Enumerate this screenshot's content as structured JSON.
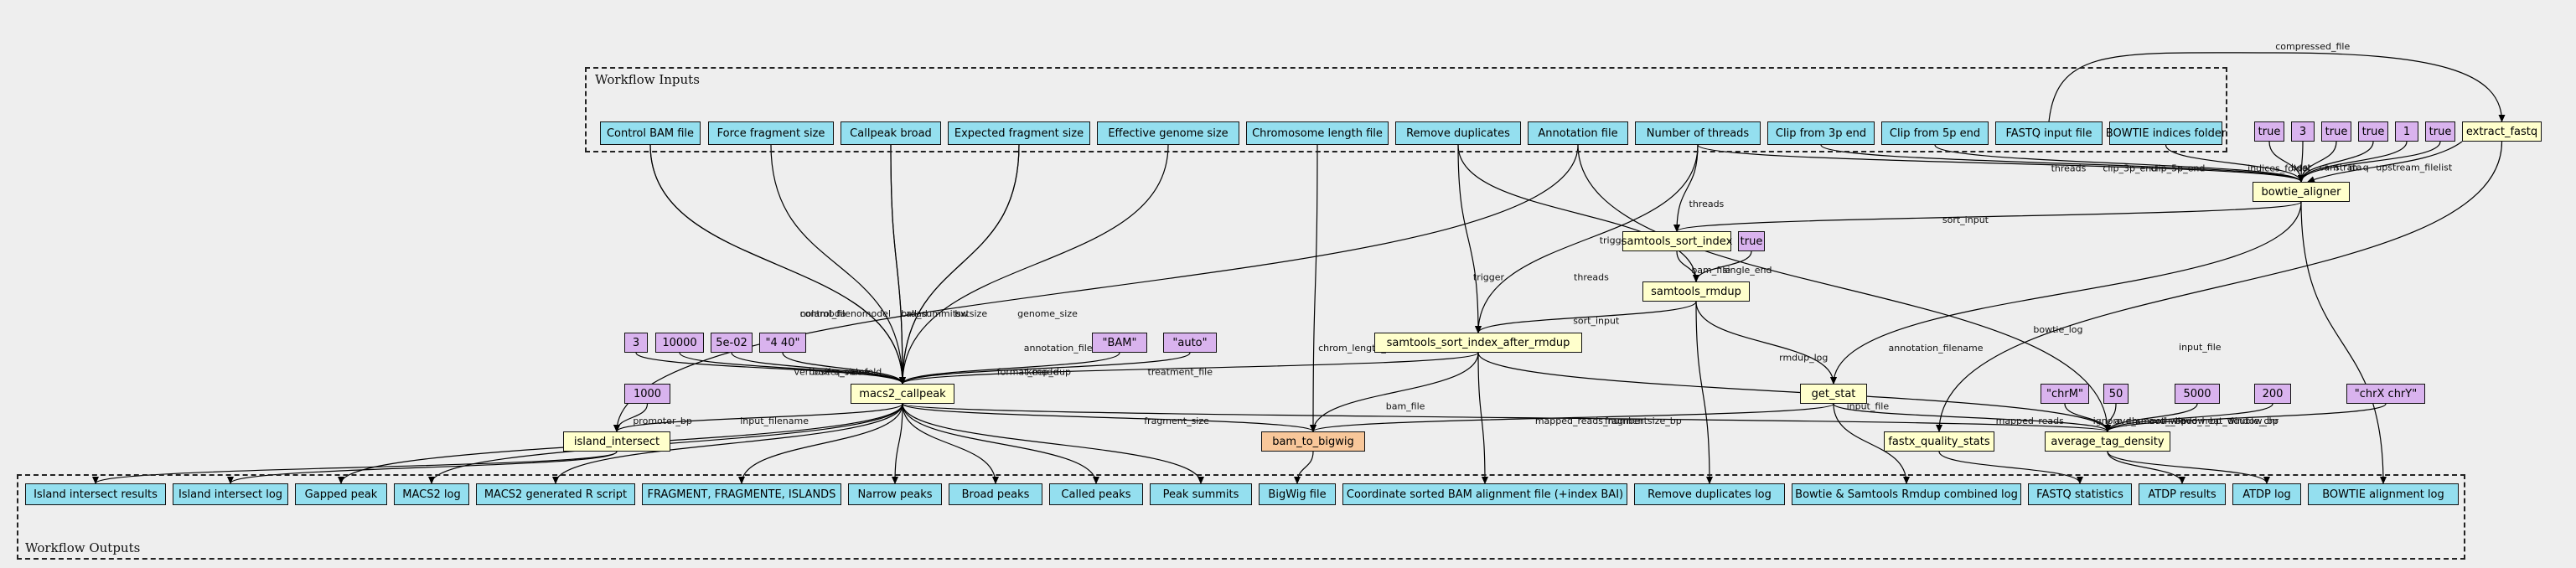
{
  "clusters": {
    "inputs": "Workflow Inputs",
    "outputs": "Workflow Outputs"
  },
  "inputs": [
    {
      "id": "in_control_bam",
      "label": "Control BAM file"
    },
    {
      "id": "in_force_frag",
      "label": "Force fragment size"
    },
    {
      "id": "in_callpeak_broad",
      "label": "Callpeak broad"
    },
    {
      "id": "in_exp_frag",
      "label": "Expected fragment size"
    },
    {
      "id": "in_eff_genome",
      "label": "Effective genome size"
    },
    {
      "id": "in_chrom_len",
      "label": "Chromosome length file"
    },
    {
      "id": "in_remove_dup",
      "label": "Remove duplicates"
    },
    {
      "id": "in_annotation",
      "label": "Annotation file"
    },
    {
      "id": "in_threads",
      "label": "Number of threads"
    },
    {
      "id": "in_clip3",
      "label": "Clip from 3p end"
    },
    {
      "id": "in_clip5",
      "label": "Clip from 5p end"
    },
    {
      "id": "in_fastq",
      "label": "FASTQ input file"
    },
    {
      "id": "in_bowtie_idx",
      "label": "BOWTIE indices folder"
    }
  ],
  "steps": [
    {
      "id": "extract_fastq",
      "label": "extract_fastq"
    },
    {
      "id": "bowtie_aligner",
      "label": "bowtie_aligner"
    },
    {
      "id": "samtools_sort_index",
      "label": "samtools_sort_index"
    },
    {
      "id": "samtools_rmdup",
      "label": "samtools_rmdup"
    },
    {
      "id": "samtools_sort_index_after_rmdup",
      "label": "samtools_sort_index_after_rmdup"
    },
    {
      "id": "macs2_callpeak",
      "label": "macs2_callpeak"
    },
    {
      "id": "get_stat",
      "label": "get_stat"
    },
    {
      "id": "island_intersect",
      "label": "island_intersect"
    },
    {
      "id": "fastx_quality_stats",
      "label": "fastx_quality_stats"
    },
    {
      "id": "average_tag_density",
      "label": "average_tag_density"
    },
    {
      "id": "bam_to_bigwig",
      "label": "bam_to_bigwig"
    }
  ],
  "constants": [
    {
      "id": "c_b1",
      "label": "true"
    },
    {
      "id": "c_b2",
      "label": "3"
    },
    {
      "id": "c_b3",
      "label": "true"
    },
    {
      "id": "c_b4",
      "label": "true"
    },
    {
      "id": "c_b5",
      "label": "1"
    },
    {
      "id": "c_b6",
      "label": "true"
    },
    {
      "id": "c_rm",
      "label": "true"
    },
    {
      "id": "c_m1",
      "label": "3"
    },
    {
      "id": "c_m2",
      "label": "10000"
    },
    {
      "id": "c_m3",
      "label": "5e-02"
    },
    {
      "id": "c_m4",
      "label": "\"4 40\""
    },
    {
      "id": "c_m5",
      "label": "\"BAM\""
    },
    {
      "id": "c_m6",
      "label": "\"auto\""
    },
    {
      "id": "c_i1",
      "label": "1000"
    },
    {
      "id": "c_a1",
      "label": "\"chrM\""
    },
    {
      "id": "c_a2",
      "label": "50"
    },
    {
      "id": "c_a3",
      "label": "5000"
    },
    {
      "id": "c_a4",
      "label": "200"
    },
    {
      "id": "c_a5",
      "label": "\"chrX chrY\""
    }
  ],
  "outputs": [
    {
      "id": "o_island_res",
      "label": "Island intersect results"
    },
    {
      "id": "o_island_log",
      "label": "Island intersect log"
    },
    {
      "id": "o_gapped",
      "label": "Gapped peak"
    },
    {
      "id": "o_macs2_log",
      "label": "MACS2 log"
    },
    {
      "id": "o_macs2_r",
      "label": "MACS2 generated R script"
    },
    {
      "id": "o_fragment",
      "label": "FRAGMENT, FRAGMENTE, ISLANDS"
    },
    {
      "id": "o_narrow",
      "label": "Narrow peaks"
    },
    {
      "id": "o_broad",
      "label": "Broad peaks"
    },
    {
      "id": "o_called",
      "label": "Called peaks"
    },
    {
      "id": "o_summits",
      "label": "Peak summits"
    },
    {
      "id": "o_bigwig",
      "label": "BigWig file"
    },
    {
      "id": "o_sorted_bam",
      "label": "Coordinate sorted BAM alignment file (+index BAI)"
    },
    {
      "id": "o_rmdup_log",
      "label": "Remove duplicates log"
    },
    {
      "id": "o_combined_log",
      "label": "Bowtie & Samtools Rmdup combined log"
    },
    {
      "id": "o_fastq_stats",
      "label": "FASTQ statistics"
    },
    {
      "id": "o_atdp_res",
      "label": "ATDP results"
    },
    {
      "id": "o_atdp_log",
      "label": "ATDP log"
    },
    {
      "id": "o_bowtie_log",
      "label": "BOWTIE alignment log"
    }
  ],
  "edges": [
    {
      "from": "in_fastq",
      "to": "extract_fastq",
      "label": "compressed_file"
    },
    {
      "from": "extract_fastq",
      "to": "bowtie_aligner",
      "label": "upstream_filelist"
    },
    {
      "from": "in_bowtie_idx",
      "to": "bowtie_aligner",
      "label": "indices_folder"
    },
    {
      "from": "in_clip5",
      "to": "bowtie_aligner",
      "label": "clip_5p_end"
    },
    {
      "from": "in_clip3",
      "to": "bowtie_aligner",
      "label": "clip_3p_end"
    },
    {
      "from": "in_threads",
      "to": "bowtie_aligner",
      "label": "threads"
    },
    {
      "from": "c_b1",
      "to": "bowtie_aligner",
      "label": "best"
    },
    {
      "from": "c_b2",
      "to": "bowtie_aligner",
      "label": "v"
    },
    {
      "from": "c_b3",
      "to": "bowtie_aligner",
      "label": "sam"
    },
    {
      "from": "c_b4",
      "to": "bowtie_aligner",
      "label": "strata"
    },
    {
      "from": "c_b5",
      "to": "bowtie_aligner",
      "label": "m"
    },
    {
      "from": "c_b6",
      "to": "bowtie_aligner",
      "label": "q"
    },
    {
      "from": "bowtie_aligner",
      "to": "samtools_sort_index",
      "label": "sort_input"
    },
    {
      "from": "in_threads",
      "to": "samtools_sort_index",
      "label": "threads"
    },
    {
      "from": "samtools_sort_index",
      "to": "samtools_rmdup",
      "label": "bam_file"
    },
    {
      "from": "c_rm",
      "to": "samtools_rmdup",
      "label": "single_end"
    },
    {
      "from": "in_remove_dup",
      "to": "samtools_rmdup",
      "label": "trigger"
    },
    {
      "from": "samtools_rmdup",
      "to": "samtools_sort_index_after_rmdup",
      "label": "sort_input"
    },
    {
      "from": "in_remove_dup",
      "to": "samtools_sort_index_after_rmdup",
      "label": "trigger"
    },
    {
      "from": "in_threads",
      "to": "samtools_sort_index_after_rmdup",
      "label": "threads"
    },
    {
      "from": "bowtie_aligner",
      "to": "get_stat",
      "label": "bowtie_log"
    },
    {
      "from": "samtools_rmdup",
      "to": "get_stat",
      "label": "rmdup_log"
    },
    {
      "from": "in_control_bam",
      "to": "macs2_callpeak",
      "label": "control_file"
    },
    {
      "from": "in_control_bam",
      "to": "macs2_callpeak",
      "label": "nolambda"
    },
    {
      "from": "in_force_frag",
      "to": "macs2_callpeak",
      "label": "nomodel"
    },
    {
      "from": "in_callpeak_broad",
      "to": "macs2_callpeak",
      "label": "call_summits"
    },
    {
      "from": "in_callpeak_broad",
      "to": "macs2_callpeak",
      "label": "broad"
    },
    {
      "from": "in_exp_frag",
      "to": "macs2_callpeak",
      "label": "extsize"
    },
    {
      "from": "in_exp_frag",
      "to": "macs2_callpeak",
      "label": "bw"
    },
    {
      "from": "in_eff_genome",
      "to": "macs2_callpeak",
      "label": "genome_size"
    },
    {
      "from": "c_m1",
      "to": "macs2_callpeak",
      "label": "verbose"
    },
    {
      "from": "c_m2",
      "to": "macs2_callpeak",
      "label": "buffer_size"
    },
    {
      "from": "c_m3",
      "to": "macs2_callpeak",
      "label": "q_value"
    },
    {
      "from": "c_m4",
      "to": "macs2_callpeak",
      "label": "mfold"
    },
    {
      "from": "c_m5",
      "to": "macs2_callpeak",
      "label": "format_mode"
    },
    {
      "from": "c_m6",
      "to": "macs2_callpeak",
      "label": "keep_dup"
    },
    {
      "from": "samtools_sort_index_after_rmdup",
      "to": "macs2_callpeak",
      "label": "treatment_file"
    },
    {
      "from": "in_annotation",
      "to": "island_intersect",
      "label": "annotation_filename"
    },
    {
      "from": "macs2_callpeak",
      "to": "island_intersect",
      "label": "input_filename"
    },
    {
      "from": "c_i1",
      "to": "island_intersect",
      "label": "promoter_bp"
    },
    {
      "from": "in_chrom_len",
      "to": "bam_to_bigwig",
      "label": "chrom_length_file"
    },
    {
      "from": "samtools_sort_index_after_rmdup",
      "to": "bam_to_bigwig",
      "label": "bam_file"
    },
    {
      "from": "macs2_callpeak",
      "to": "bam_to_bigwig",
      "label": "fragment_size"
    },
    {
      "from": "get_stat",
      "to": "bam_to_bigwig",
      "label": "mapped_reads_number"
    },
    {
      "from": "extract_fastq",
      "to": "fastx_quality_stats",
      "label": "input_file"
    },
    {
      "from": "samtools_sort_index_after_rmdup",
      "to": "average_tag_density",
      "label": "input_file"
    },
    {
      "from": "in_annotation",
      "to": "average_tag_density",
      "label": "annotation_filename"
    },
    {
      "from": "macs2_callpeak",
      "to": "average_tag_density",
      "label": "fragmentsize_bp"
    },
    {
      "from": "get_stat",
      "to": "average_tag_density",
      "label": "mapped_reads"
    },
    {
      "from": "c_a1",
      "to": "average_tag_density",
      "label": "ignore_chr"
    },
    {
      "from": "c_a2",
      "to": "average_tag_density",
      "label": "avd_smooth_bp"
    },
    {
      "from": "c_a3",
      "to": "average_tag_density",
      "label": "avd_window_bp"
    },
    {
      "from": "c_a4",
      "to": "average_tag_density",
      "label": "avd_heat_window_bp"
    },
    {
      "from": "c_a5",
      "to": "average_tag_density",
      "label": "double_chr"
    },
    {
      "from": "island_intersect",
      "to": "o_island_res",
      "label": ""
    },
    {
      "from": "island_intersect",
      "to": "o_island_log",
      "label": ""
    },
    {
      "from": "macs2_callpeak",
      "to": "o_gapped",
      "label": ""
    },
    {
      "from": "macs2_callpeak",
      "to": "o_macs2_log",
      "label": ""
    },
    {
      "from": "macs2_callpeak",
      "to": "o_macs2_r",
      "label": ""
    },
    {
      "from": "macs2_callpeak",
      "to": "o_fragment",
      "label": ""
    },
    {
      "from": "macs2_callpeak",
      "to": "o_narrow",
      "label": ""
    },
    {
      "from": "macs2_callpeak",
      "to": "o_broad",
      "label": ""
    },
    {
      "from": "macs2_callpeak",
      "to": "o_called",
      "label": ""
    },
    {
      "from": "macs2_callpeak",
      "to": "o_summits",
      "label": ""
    },
    {
      "from": "bam_to_bigwig",
      "to": "o_bigwig",
      "label": ""
    },
    {
      "from": "samtools_sort_index_after_rmdup",
      "to": "o_sorted_bam",
      "label": ""
    },
    {
      "from": "samtools_rmdup",
      "to": "o_rmdup_log",
      "label": ""
    },
    {
      "from": "get_stat",
      "to": "o_combined_log",
      "label": ""
    },
    {
      "from": "fastx_quality_stats",
      "to": "o_fastq_stats",
      "label": ""
    },
    {
      "from": "average_tag_density",
      "to": "o_atdp_res",
      "label": ""
    },
    {
      "from": "average_tag_density",
      "to": "o_atdp_log",
      "label": ""
    },
    {
      "from": "bowtie_aligner",
      "to": "o_bowtie_log",
      "label": ""
    }
  ]
}
